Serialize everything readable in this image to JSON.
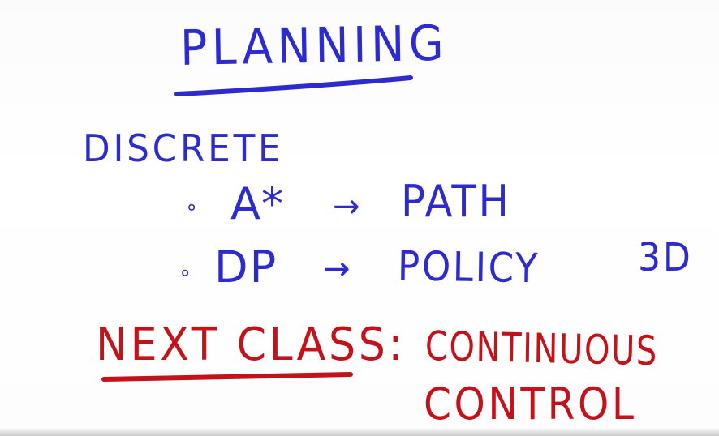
{
  "whiteboard": {
    "title": "PLANNING",
    "discrete": {
      "heading": "DISCRETE",
      "items": [
        {
          "bullet": "∘",
          "method": "A*",
          "arrow": "→",
          "result": "PATH"
        },
        {
          "bullet": "∘",
          "method": "DP",
          "arrow": "→",
          "result": "POLICY"
        }
      ],
      "side_note": "3D"
    },
    "next_class": {
      "label": "NEXT CLASS:",
      "line1": "CONTINUOUS",
      "line2": "CONTROL"
    },
    "colors": {
      "blue_marker": "#2d2bd0",
      "red_marker": "#c4121a",
      "board": "#ffffff"
    }
  }
}
